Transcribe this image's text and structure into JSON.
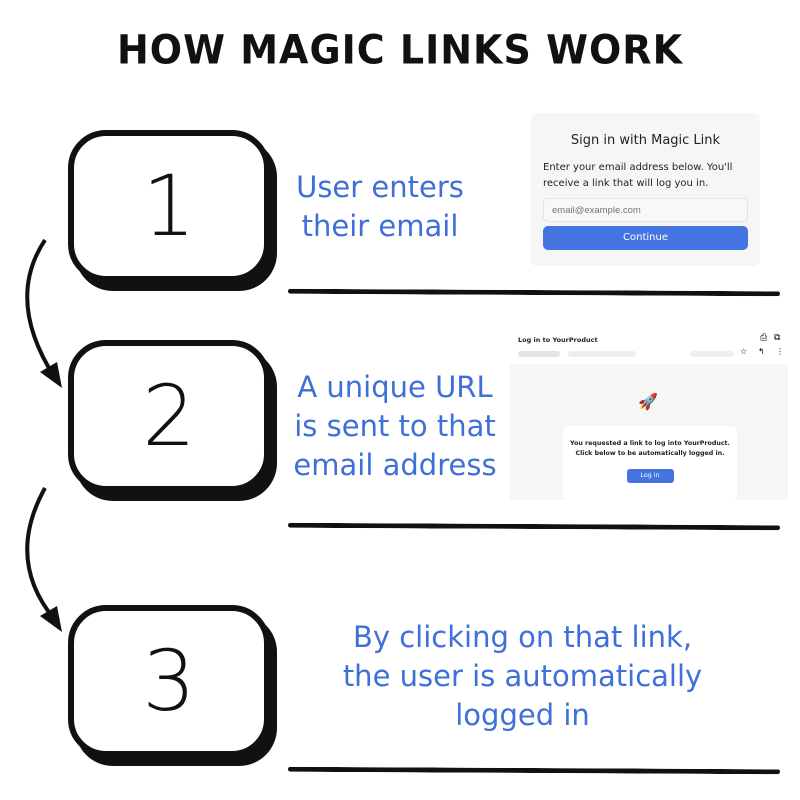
{
  "title": "HOW MAGIC LINKS WORK",
  "steps": [
    {
      "number": "1",
      "text": "User enters their email"
    },
    {
      "number": "2",
      "text": "A unique URL is sent to that email address"
    },
    {
      "number": "3",
      "text": "By clicking on that link, the user is automatically logged in"
    }
  ],
  "signin_card": {
    "heading": "Sign in with Magic Link",
    "description": "Enter your email address below. You'll receive a link that will log you in.",
    "email_placeholder": "email@example.com",
    "continue_label": "Continue"
  },
  "email_preview": {
    "subject": "Log in to YourProduct",
    "message_line1": "You requested a link to log into YourProduct.",
    "message_line2": "Click below to be automatically logged in.",
    "login_label": "Log in"
  },
  "colors": {
    "accent": "#3f6fd8",
    "ink": "#111111"
  }
}
